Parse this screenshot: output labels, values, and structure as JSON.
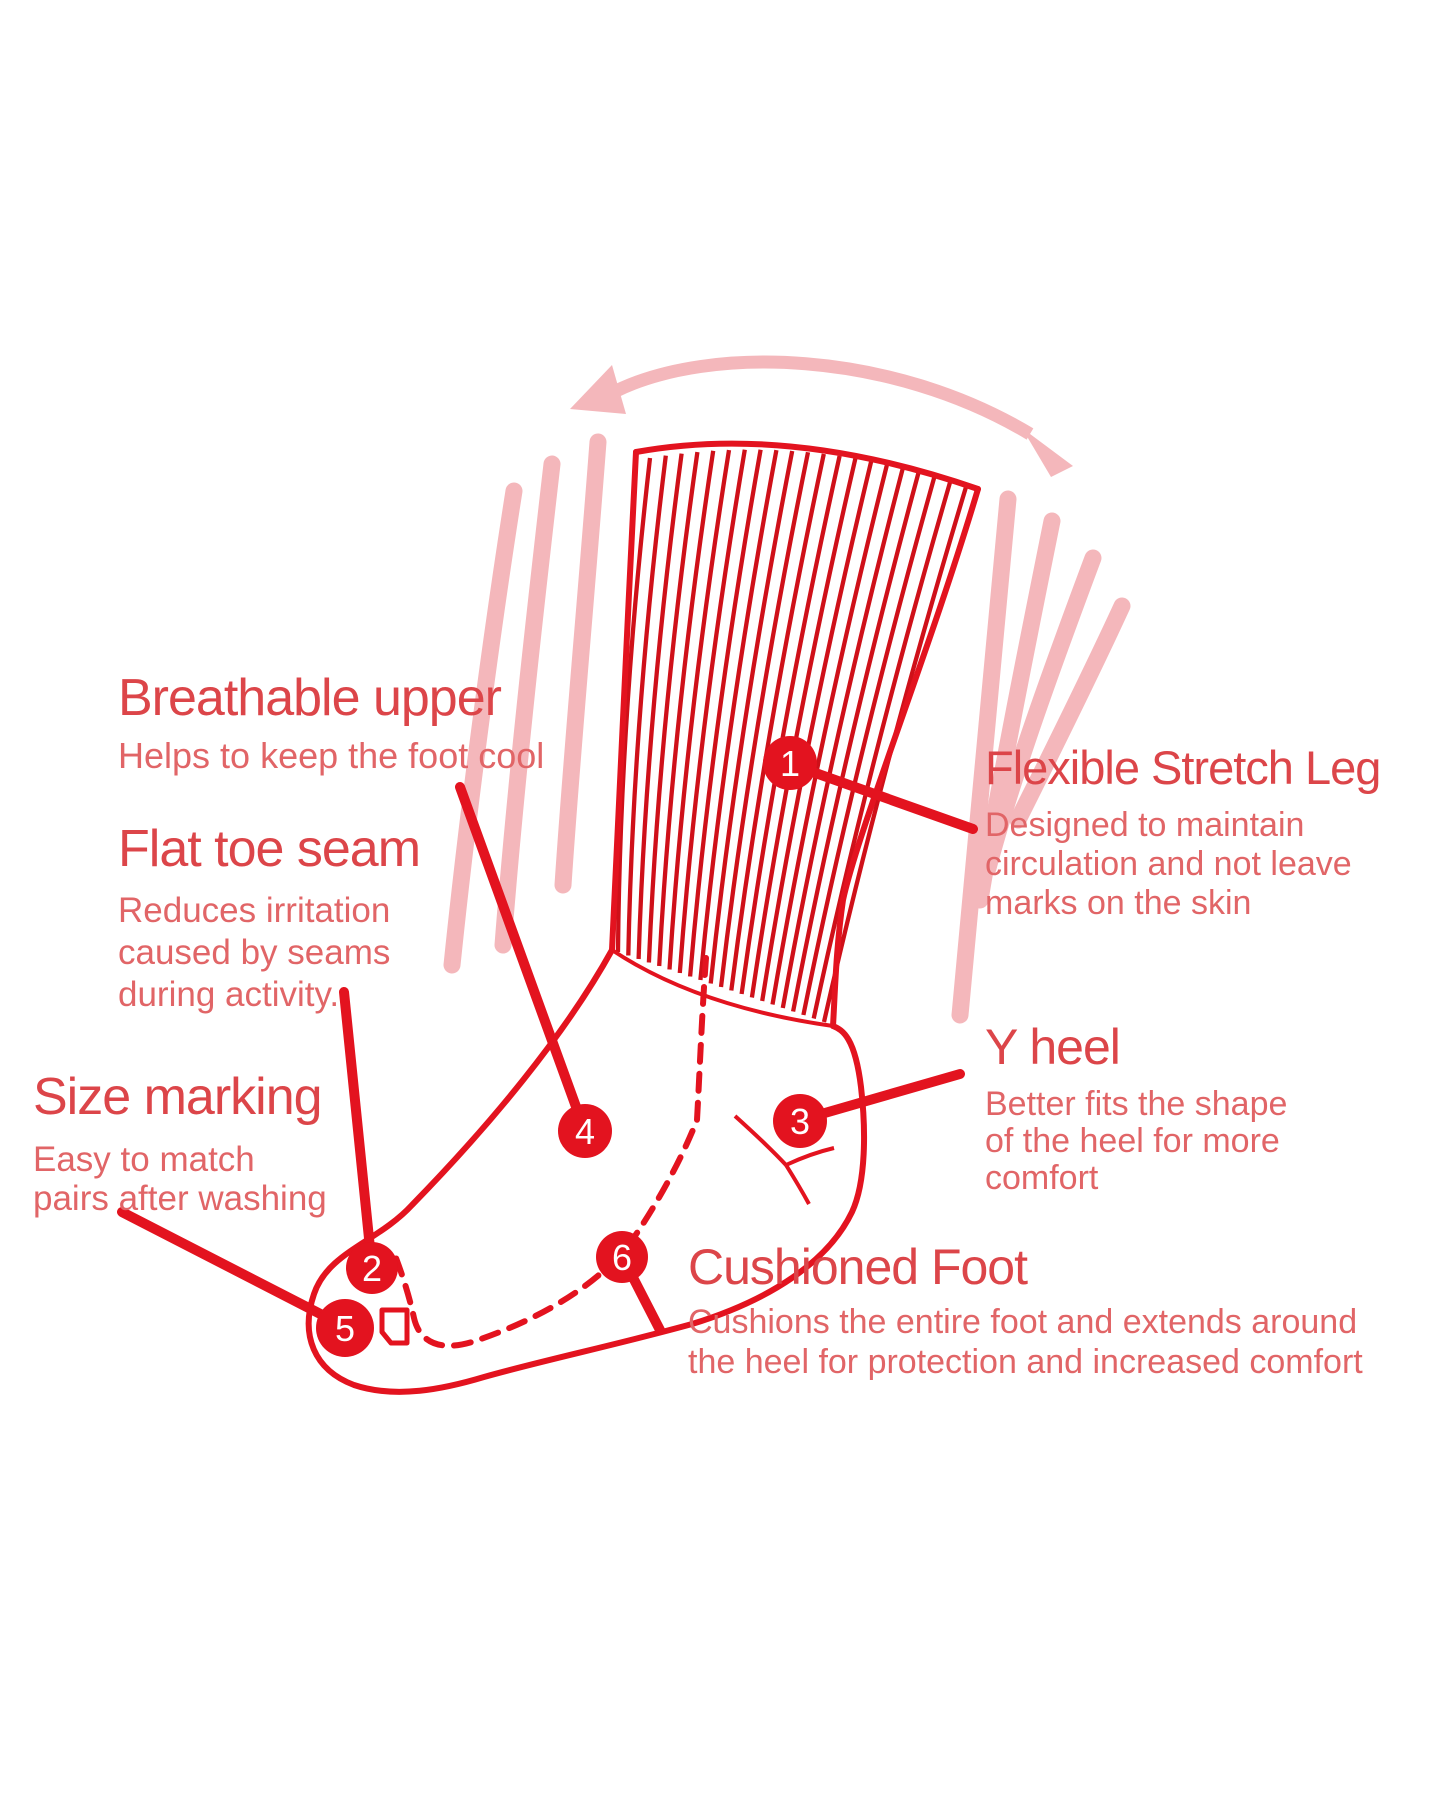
{
  "diagram": {
    "subject": "sock-feature-diagram",
    "background": "#ffffff"
  },
  "colors": {
    "line_red": "#e3131f",
    "rib_red": "#cf1019",
    "pink": "#f4b7bb",
    "heading_red": "#dc4549",
    "body_red": "#e16567",
    "number_white": "#ffffff"
  },
  "icons": {
    "stretch_arrow": "curved-double-headed-arrow",
    "size_tag": "label-tag"
  },
  "markers": {
    "m1": "1",
    "m2": "2",
    "m3": "3",
    "m4": "4",
    "m5": "5",
    "m6": "6"
  },
  "labels": {
    "breathable": {
      "title": "Breathable upper",
      "line1": "Helps to keep the foot cool"
    },
    "flat_toe": {
      "title": "Flat toe seam",
      "line1": "Reduces irritation",
      "line2": "caused by seams",
      "line3": "during activity."
    },
    "size_marking": {
      "title": "Size marking",
      "line1": "Easy to match",
      "line2": "pairs after washing"
    },
    "flexible": {
      "title": "Flexible Stretch Leg",
      "line1": "Designed to maintain",
      "line2": "circulation and not leave",
      "line3": "marks on the skin"
    },
    "y_heel": {
      "title": "Y heel",
      "line1": "Better fits the shape",
      "line2": "of the heel for more",
      "line3": "comfort"
    },
    "cushioned": {
      "title": "Cushioned Foot",
      "line1": "Cushions the entire foot and extends around",
      "line2": "the heel for protection and increased comfort"
    }
  }
}
